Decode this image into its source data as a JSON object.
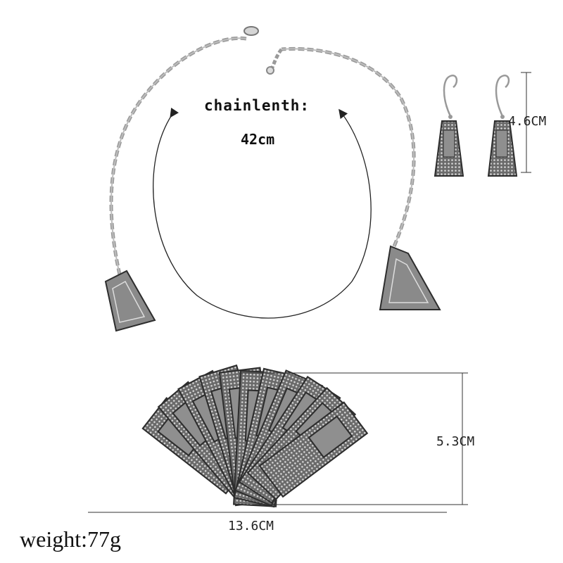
{
  "product": {
    "chain_length_label": "chainlenth:",
    "chain_length_value": "42cm",
    "earring_height": "4.6CM",
    "pendant_height": "5.3CM",
    "pendant_width": "13.6CM",
    "weight": "weight:77g"
  },
  "colors": {
    "background": "#ffffff",
    "silver": "#c9c9c9",
    "silver_dark": "#4a4a4a",
    "text": "#111111",
    "dimension_line": "#333333"
  }
}
